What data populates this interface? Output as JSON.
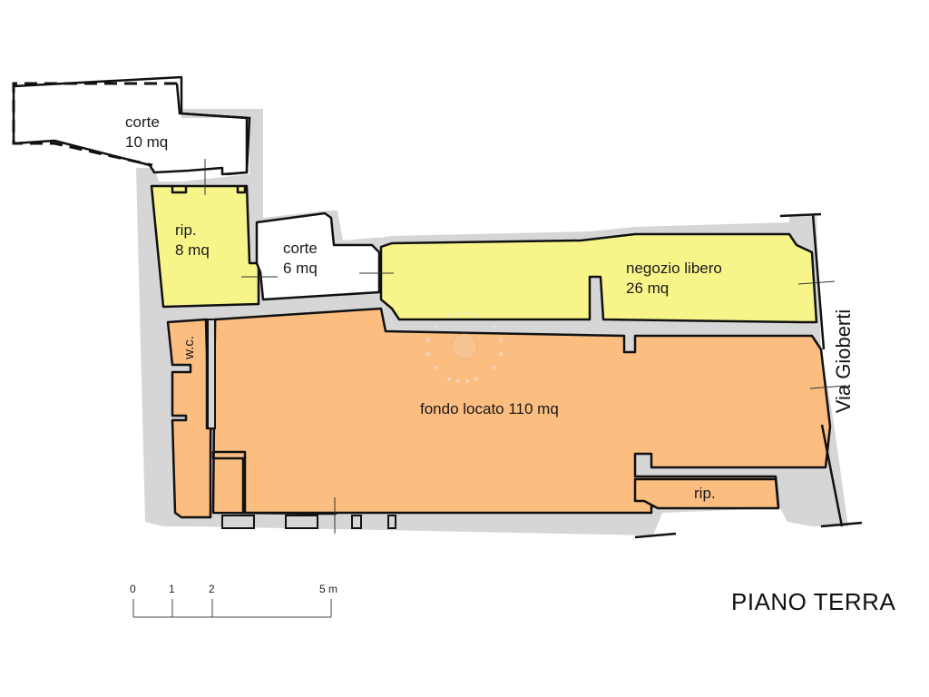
{
  "floor_title": "PIANO TERRA",
  "street": "Via Gioberti",
  "rooms": [
    {
      "name": "corte",
      "area": "10 mq"
    },
    {
      "name": "rip.",
      "area": "8 mq"
    },
    {
      "name": "corte",
      "area": "6 mq"
    },
    {
      "name": "negozio libero",
      "area": "26 mq"
    },
    {
      "name": "w.c.",
      "area": ""
    },
    {
      "name": "fondo locato 110 mq",
      "area": ""
    },
    {
      "name": "rip.",
      "area": ""
    }
  ],
  "scale_bar": {
    "ticks": [
      "0",
      "1",
      "2",
      "5 m"
    ]
  },
  "colors": {
    "wall": "#d6d6d6",
    "outline": "#111111",
    "yellow_room": "#f7f58a",
    "orange_room": "#fbbd80",
    "courtyard": "#ffffff"
  }
}
